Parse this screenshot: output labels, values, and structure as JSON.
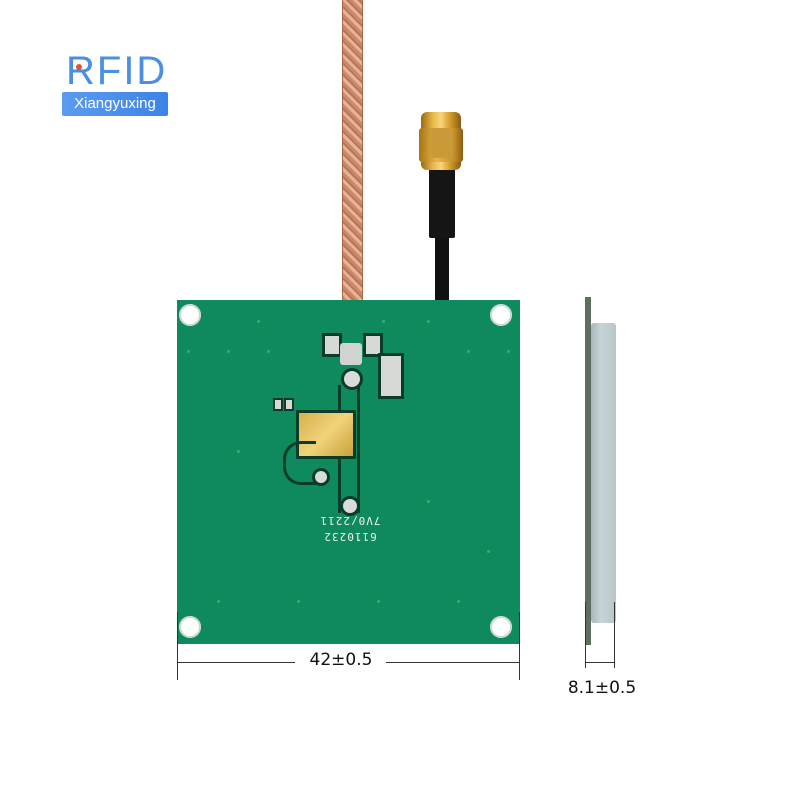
{
  "logo": {
    "brand": "RFID",
    "subtitle": "Xiangyuxing",
    "brand_color": "#4a8fe0",
    "accent_dot_color": "#e0553a"
  },
  "product": {
    "board_color": "#0f8a5c",
    "pcb_marking": "6110232 7V0/2211",
    "cable_coax": "copper braided coax",
    "connector": "SMA gold connector"
  },
  "dimensions": {
    "width_label": "42±0.5",
    "thickness_label": "8.1±0.5"
  }
}
